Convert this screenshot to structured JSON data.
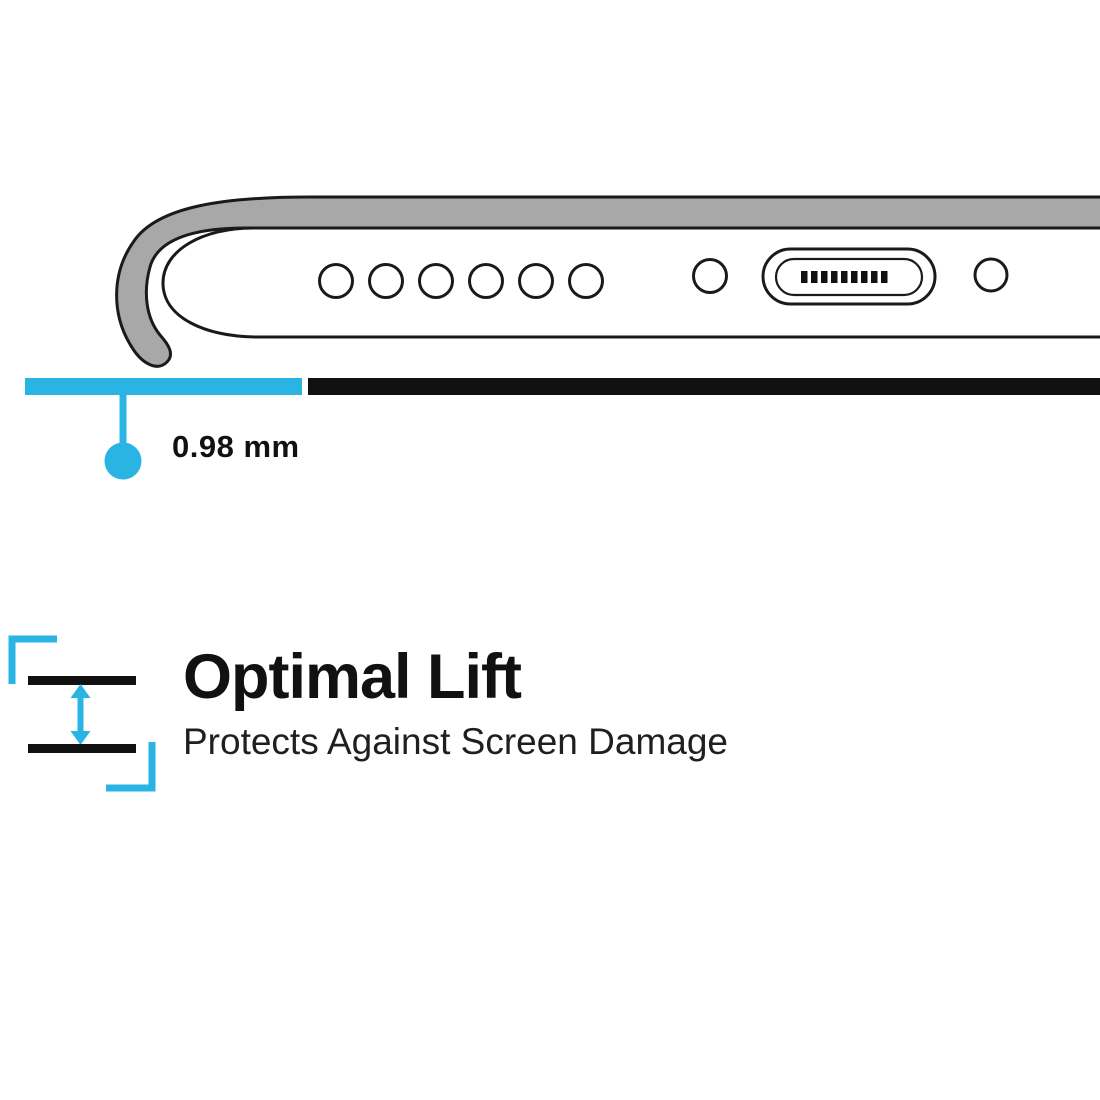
{
  "illustration": {
    "measurement": "0.98 mm",
    "colors": {
      "accent": "#29b4e4",
      "case_gray": "#a8a8a8",
      "ink": "#1a1a1a"
    }
  },
  "feature": {
    "title": "Optimal Lift",
    "subtitle": "Protects Against Screen Damage"
  }
}
